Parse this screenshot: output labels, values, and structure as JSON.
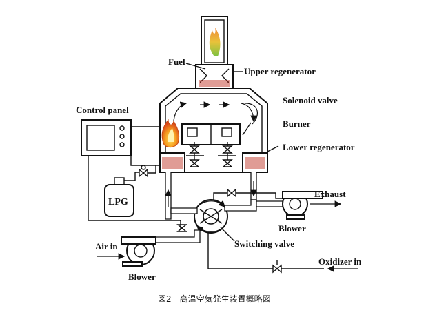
{
  "labels": {
    "fuel": "Fuel",
    "upper_regenerator": "Upper regenerator",
    "solenoid_valve": "Solenoid valve",
    "control_panel": "Control panel",
    "burner": "Burner",
    "lower_regenerator": "Lower regenerator",
    "lpg": "LPG",
    "exhaust": "Exhaust",
    "blower_right": "Blower",
    "air_in": "Air in",
    "switching_valve": "Switching valve",
    "oxidizer_in": "Oxidizer in",
    "blower_left": "Blower"
  },
  "caption": "図2　高温空気発生装置概略図",
  "colors": {
    "regenerator_stripe": "#c0392b",
    "flame_outer": "#e8641b",
    "flame_inner": "#ffd21a",
    "flame_green": "#7cc242"
  }
}
